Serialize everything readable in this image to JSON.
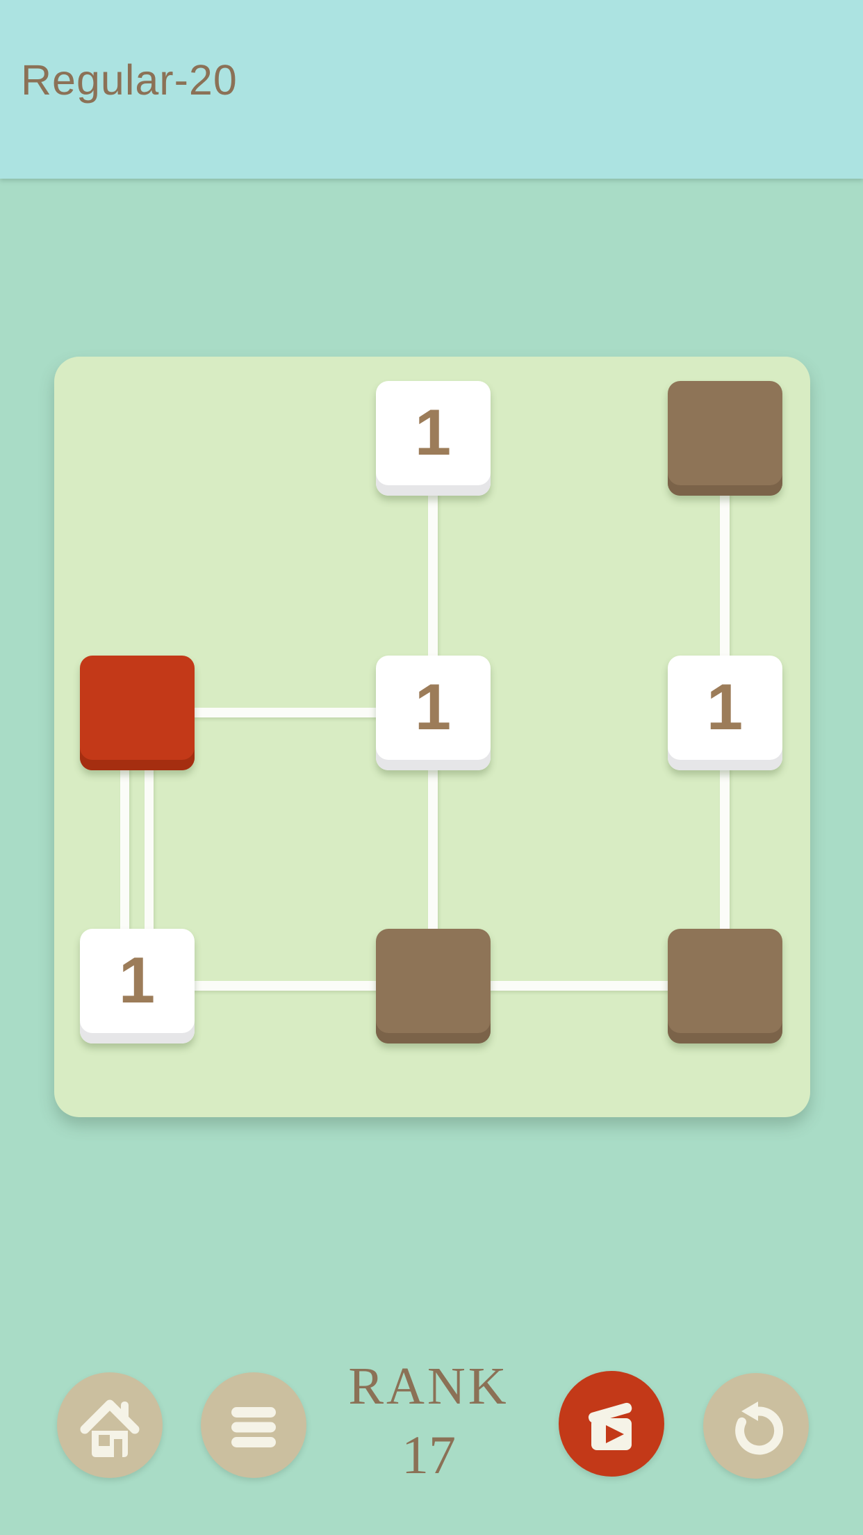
{
  "app": {
    "title": "Regular-20"
  },
  "colors": {
    "header_bg": "#ace3e1",
    "page_bg": "#a9dcc6",
    "board_bg": "#d8ecc3",
    "connection_line": "#fbfcf8",
    "tile_white": "#ffffff",
    "tile_white_edge": "#e6e6e8",
    "tile_brown": "#8e7457",
    "tile_brown_edge": "#7b6349",
    "tile_red": "#c33918",
    "tile_red_edge": "#a52e10",
    "tile_number": "#9c7c59",
    "text_brown": "#8b7156",
    "button_tan": "#cbbf9f",
    "button_red": "#c33918",
    "button_icon": "#f5f3e7"
  },
  "board": {
    "grid": {
      "rows": 3,
      "cols": 3
    },
    "tiles": [
      {
        "row": 0,
        "col": 1,
        "color": "white",
        "number": "1"
      },
      {
        "row": 0,
        "col": 2,
        "color": "brown",
        "number": ""
      },
      {
        "row": 1,
        "col": 0,
        "color": "red",
        "number": ""
      },
      {
        "row": 1,
        "col": 1,
        "color": "white",
        "number": "1"
      },
      {
        "row": 1,
        "col": 2,
        "color": "white",
        "number": "1"
      },
      {
        "row": 2,
        "col": 0,
        "color": "white",
        "number": "1"
      },
      {
        "row": 2,
        "col": 1,
        "color": "brown",
        "number": ""
      },
      {
        "row": 2,
        "col": 2,
        "color": "brown",
        "number": ""
      }
    ],
    "connections": [
      {
        "from": {
          "row": 0,
          "col": 1
        },
        "to": {
          "row": 1,
          "col": 1
        },
        "lines": 1
      },
      {
        "from": {
          "row": 0,
          "col": 2
        },
        "to": {
          "row": 1,
          "col": 2
        },
        "lines": 1
      },
      {
        "from": {
          "row": 1,
          "col": 0
        },
        "to": {
          "row": 1,
          "col": 1
        },
        "lines": 1
      },
      {
        "from": {
          "row": 1,
          "col": 0
        },
        "to": {
          "row": 2,
          "col": 0
        },
        "lines": 2
      },
      {
        "from": {
          "row": 1,
          "col": 1
        },
        "to": {
          "row": 2,
          "col": 1
        },
        "lines": 1
      },
      {
        "from": {
          "row": 1,
          "col": 2
        },
        "to": {
          "row": 2,
          "col": 2
        },
        "lines": 1
      },
      {
        "from": {
          "row": 2,
          "col": 0
        },
        "to": {
          "row": 2,
          "col": 1
        },
        "lines": 1
      },
      {
        "from": {
          "row": 2,
          "col": 1
        },
        "to": {
          "row": 2,
          "col": 2
        },
        "lines": 1
      }
    ]
  },
  "toolbar": {
    "rank_label": "RANK",
    "rank_value": "17",
    "buttons": [
      {
        "name": "home-button",
        "icon": "home-icon"
      },
      {
        "name": "menu-button",
        "icon": "menu-icon"
      },
      {
        "name": "video-hint-button",
        "icon": "clapperboard-icon"
      },
      {
        "name": "restart-button",
        "icon": "restart-icon"
      }
    ]
  }
}
